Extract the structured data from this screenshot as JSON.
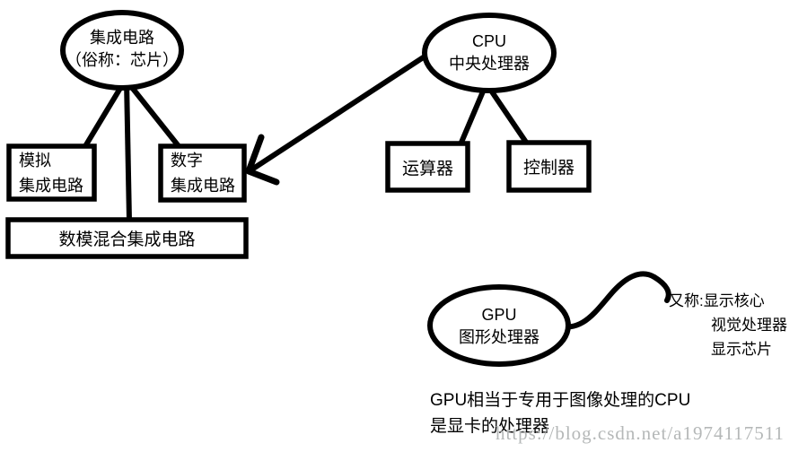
{
  "diagram": {
    "nodes": {
      "ic": {
        "line1": "集成电路",
        "line2": "（俗称：芯片）"
      },
      "cpu": {
        "line1": "CPU",
        "line2": "中央处理器"
      },
      "gpu": {
        "line1": "GPU",
        "line2": "图形处理器"
      },
      "analog": {
        "line1": "模拟",
        "line2": "集成电路"
      },
      "digital": {
        "line1": "数字",
        "line2": "集成电路"
      },
      "mixed": {
        "label": "数模混合集成电路"
      },
      "alu": {
        "label": "运算器"
      },
      "controller": {
        "label": "控制器"
      }
    },
    "edges": [
      {
        "from": "ic",
        "to": "analog",
        "style": "line"
      },
      {
        "from": "ic",
        "to": "digital",
        "style": "line"
      },
      {
        "from": "ic",
        "to": "mixed",
        "style": "line"
      },
      {
        "from": "cpu",
        "to": "digital",
        "style": "arrow"
      },
      {
        "from": "cpu",
        "to": "alu",
        "style": "line"
      },
      {
        "from": "cpu",
        "to": "controller",
        "style": "line"
      },
      {
        "from": "gpu",
        "to": "gpu_alias_note",
        "style": "squiggle"
      }
    ],
    "annotations": {
      "gpu_alias": {
        "line1": "又称:显示核心",
        "line2": "视觉处理器",
        "line3": "显示芯片"
      },
      "caption_line1": "GPU相当于专用于图像处理的CPU",
      "caption_line2": "是显卡的处理器",
      "watermark": "https://blog.csdn.net/a1974117511"
    },
    "colors": {
      "stroke": "#000000",
      "background": "#ffffff",
      "watermark": "#b5b8b8"
    }
  }
}
